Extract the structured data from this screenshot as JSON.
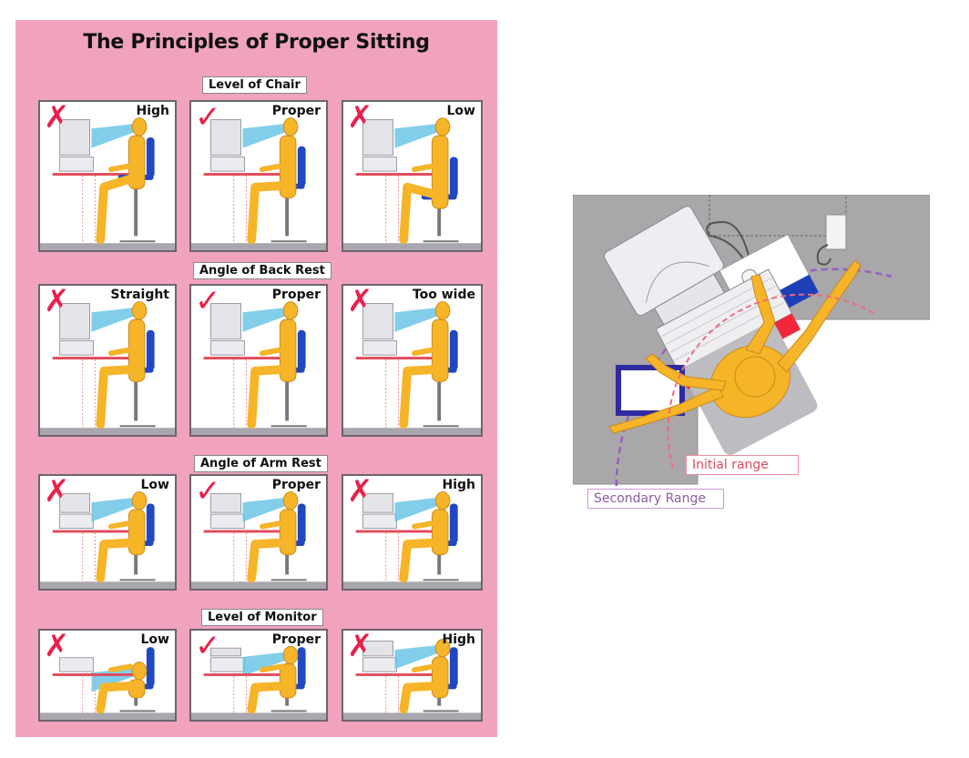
{
  "poster": {
    "title": "The Principles of Proper Sitting",
    "background_color": "#f1a3be",
    "sections": [
      {
        "label": "Level of Chair",
        "panels": [
          {
            "label": "High",
            "mark": "✗",
            "correct": false
          },
          {
            "label": "Proper",
            "mark": "✓",
            "correct": true
          },
          {
            "label": "Low",
            "mark": "✗",
            "correct": false
          }
        ]
      },
      {
        "label": "Angle of Back Rest",
        "panels": [
          {
            "label": "Straight",
            "mark": "✗",
            "correct": false
          },
          {
            "label": "Proper",
            "mark": "✓",
            "correct": true
          },
          {
            "label": "Too wide",
            "mark": "✗",
            "correct": false
          }
        ]
      },
      {
        "label": "Angle of Arm Rest",
        "panels": [
          {
            "label": "Low",
            "mark": "✗",
            "correct": false
          },
          {
            "label": "Proper",
            "mark": "✓",
            "correct": true
          },
          {
            "label": "High",
            "mark": "✗",
            "correct": false
          }
        ]
      },
      {
        "label": "Level of Monitor",
        "panels": [
          {
            "label": "Low",
            "mark": "✗",
            "correct": false
          },
          {
            "label": "Proper",
            "mark": "✓",
            "correct": true
          },
          {
            "label": "High",
            "mark": "✗",
            "correct": false
          }
        ]
      }
    ]
  },
  "reach_diagram": {
    "labels": {
      "initial": "Initial range",
      "secondary": "Secondary Range"
    },
    "colors": {
      "desk": "#a9a7a9",
      "initial_range": "#f06a80",
      "secondary_range": "#9a5fc0",
      "wrist_rest": "#f0283a",
      "mouse_pad": "#1e3fb8",
      "body": "#f6b428"
    }
  }
}
